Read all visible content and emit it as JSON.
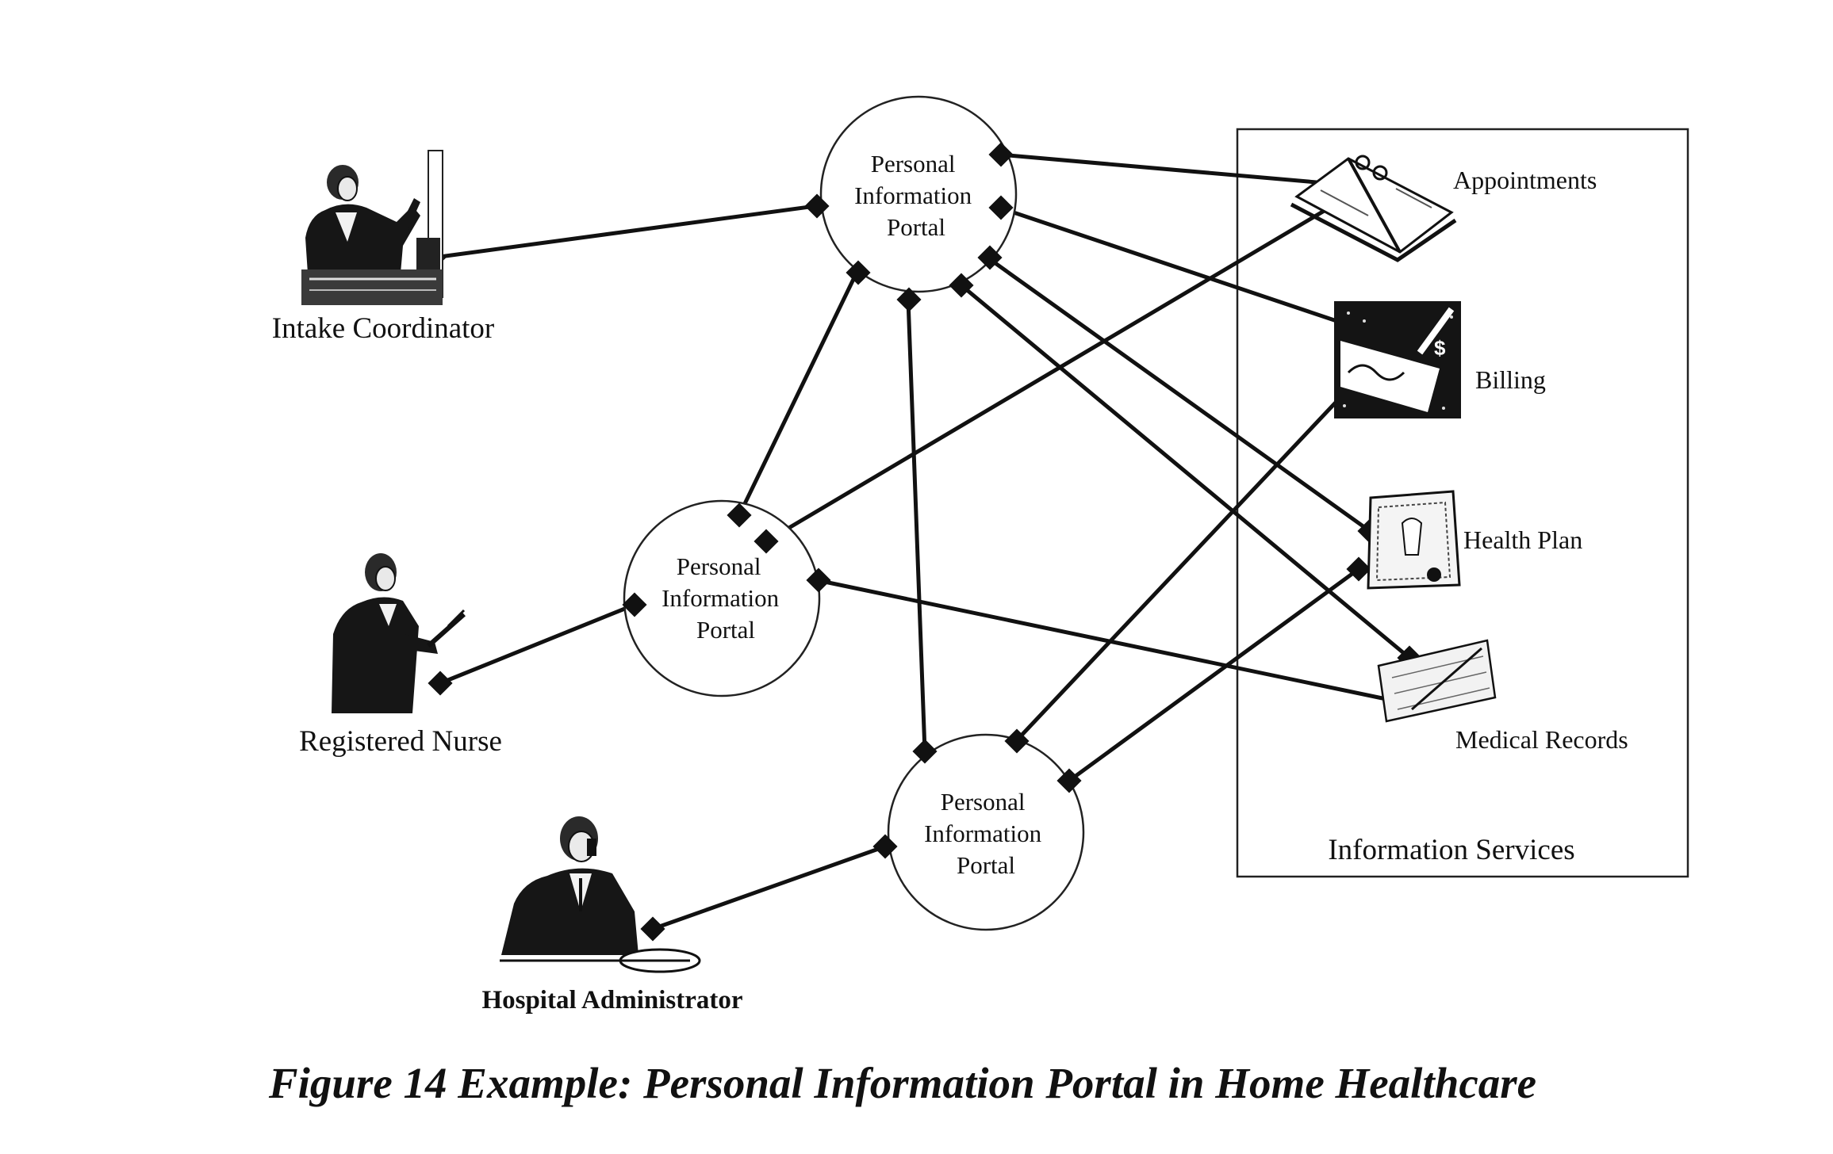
{
  "portals": [
    {
      "id": "portal-top",
      "lines": [
        "Personal",
        "Information",
        "Portal"
      ]
    },
    {
      "id": "portal-middle",
      "lines": [
        "Personal",
        "Information",
        "Portal"
      ]
    },
    {
      "id": "portal-bottom",
      "lines": [
        "Personal",
        "Information",
        "Portal"
      ]
    }
  ],
  "actors": {
    "intake_coordinator": "Intake Coordinator",
    "registered_nurse": "Registered Nurse",
    "hospital_administrator": "Hospital Administrator"
  },
  "services": {
    "box_title": "Information Services",
    "appointments": "Appointments",
    "billing": "Billing",
    "health_plan": "Health Plan",
    "medical_records": "Medical Records"
  },
  "connections": [
    [
      "Intake Coordinator",
      "portal-top"
    ],
    [
      "Registered Nurse",
      "portal-middle"
    ],
    [
      "Hospital Administrator",
      "portal-bottom"
    ],
    [
      "portal-top",
      "portal-middle"
    ],
    [
      "portal-top",
      "portal-bottom"
    ],
    [
      "portal-top",
      "Appointments"
    ],
    [
      "portal-top",
      "Billing"
    ],
    [
      "portal-top",
      "Health Plan"
    ],
    [
      "portal-top",
      "Medical Records"
    ],
    [
      "portal-middle",
      "Appointments"
    ],
    [
      "portal-middle",
      "Medical Records"
    ],
    [
      "portal-bottom",
      "Billing"
    ],
    [
      "portal-bottom",
      "Health Plan"
    ]
  ],
  "caption": "Figure 14 Example: Personal Information Portal in Home Healthcare"
}
